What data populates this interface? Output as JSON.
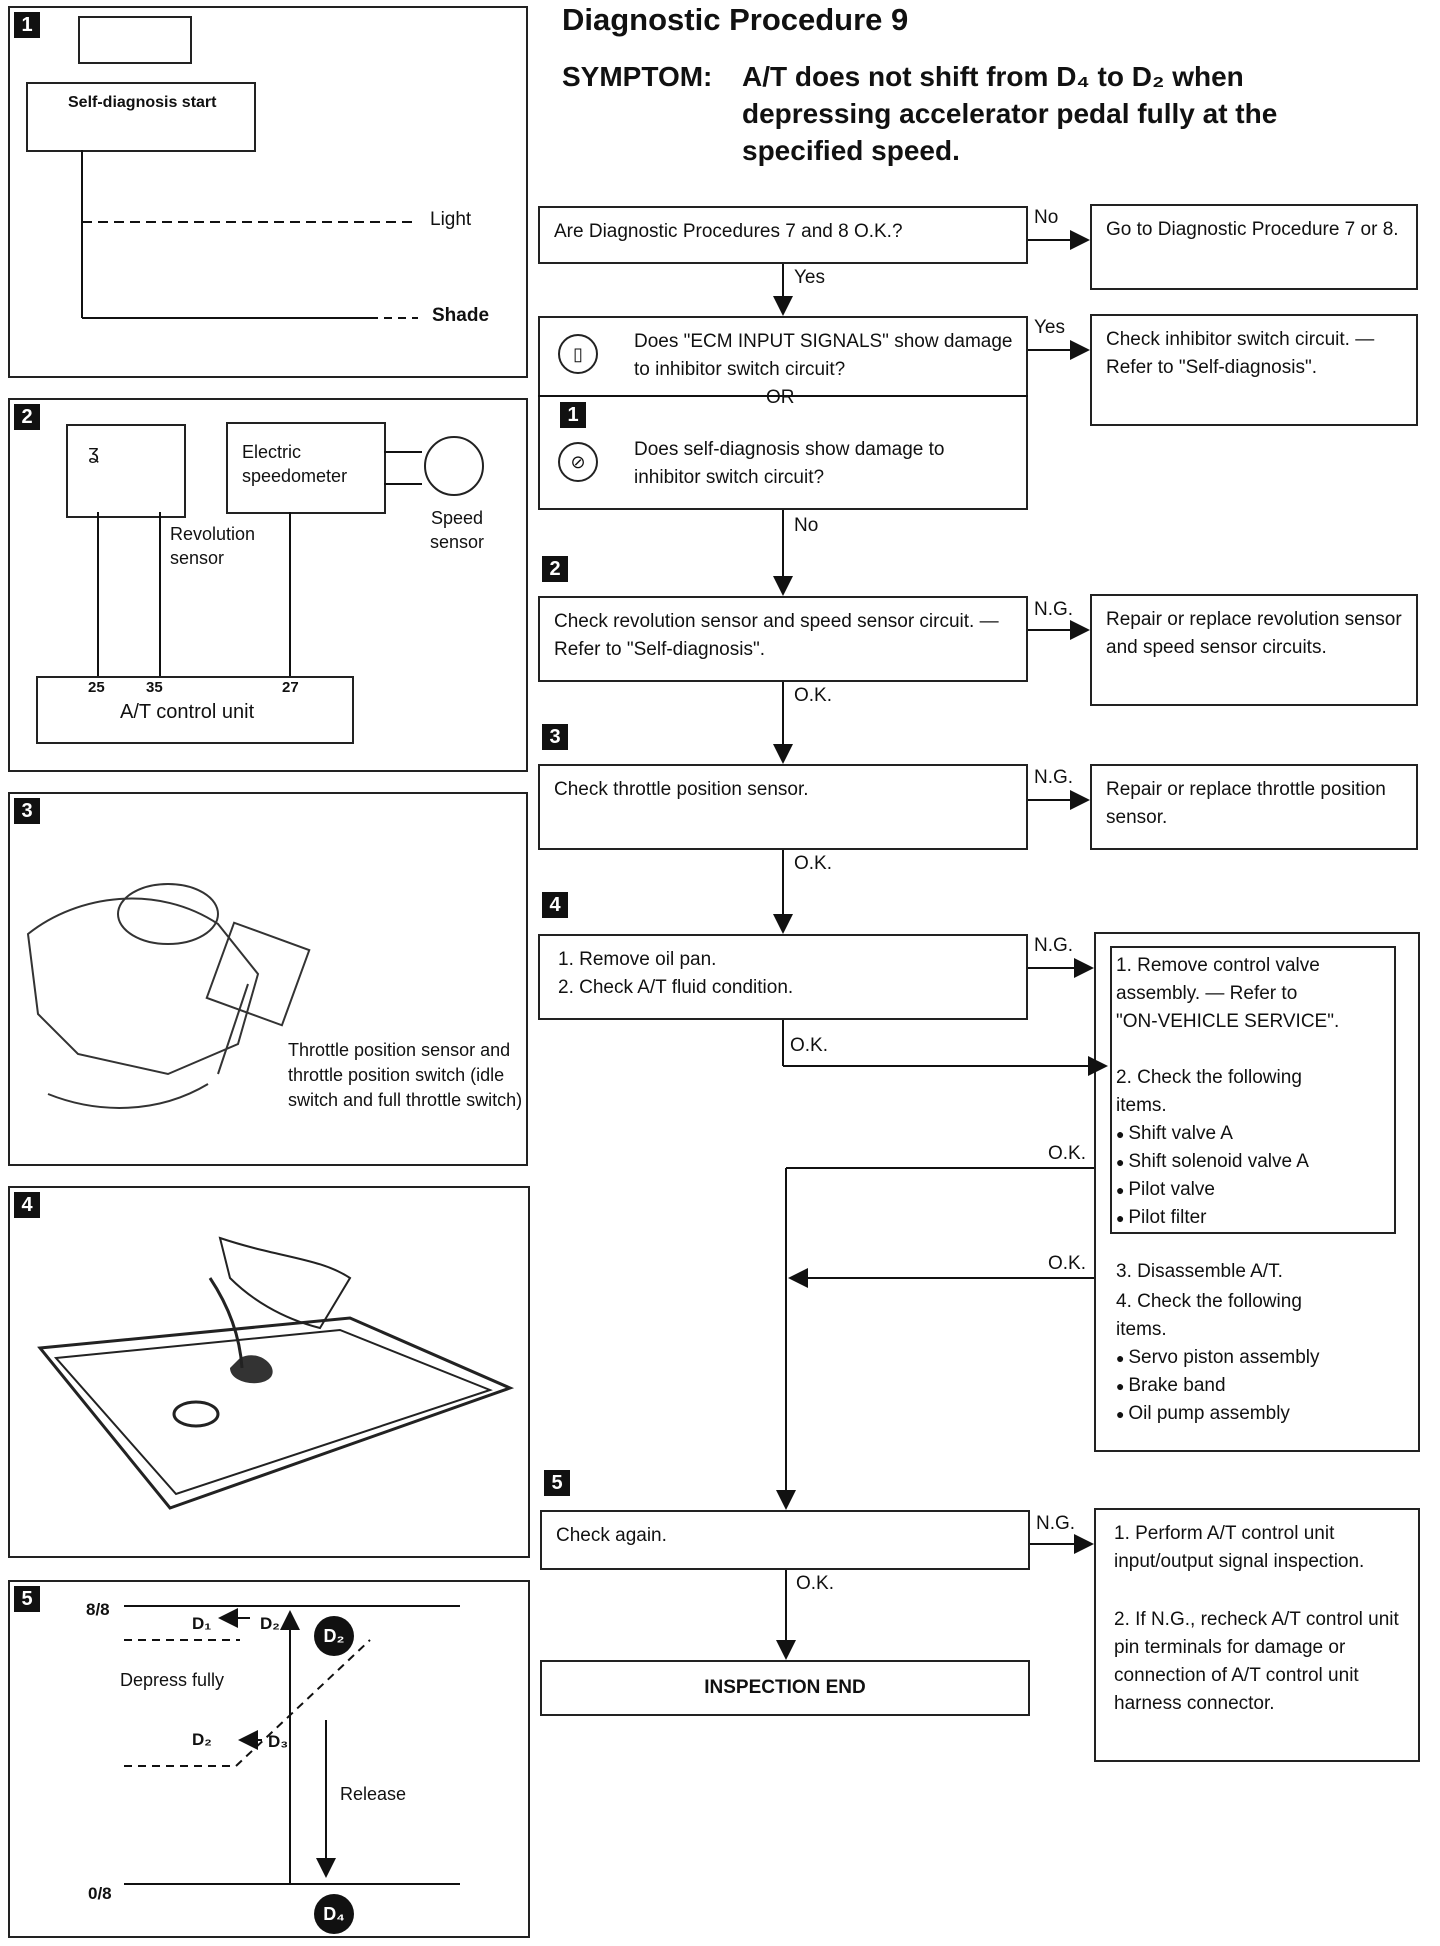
{
  "heading": {
    "title": "Diagnostic Procedure 9",
    "symptom_label": "SYMPTOM:",
    "symptom_text": "A/T does not shift from D₄ to D₂ when depressing accelerator pedal fully at the specified speed."
  },
  "panel1": {
    "num": "1",
    "start_label": "Self-diagnosis start",
    "light": "Light",
    "shade": "Shade"
  },
  "panel2": {
    "num": "2",
    "electric_speedometer": "Electric speedometer",
    "revolution_sensor": "Revolution sensor",
    "speed_sensor": "Speed sensor",
    "pin_25": "25",
    "pin_35": "35",
    "pin_27": "27",
    "control_unit": "A/T control unit"
  },
  "panel3": {
    "num": "3",
    "caption": "Throttle position sensor and throttle position switch (idle switch and full throttle switch)"
  },
  "panel4": {
    "num": "4"
  },
  "panel5": {
    "num": "5",
    "y_top": "8/8",
    "y_bottom": "0/8",
    "d1": "D₁",
    "d2_top": "D₂",
    "d2_mid": "D₂",
    "d3": "D₃",
    "depress": "Depress fully",
    "release": "Release",
    "badge_d2": "D₂",
    "badge_d4": "D₄"
  },
  "flow": {
    "q1": "Are Diagnostic Procedures 7 and 8 O.K.?",
    "q1_no": "No",
    "q1_no_box": "Go to Diagnostic Procedure 7 or 8.",
    "q1_yes": "Yes",
    "q2a": "Does \"ECM INPUT SIGNALS\" show damage to inhibitor switch circuit?",
    "q2_or": "OR",
    "q2_num": "1",
    "q2b": "Does self-diagnosis show damage to inhibitor switch circuit?",
    "q2_yes": "Yes",
    "q2_yes_box": "Check inhibitor switch circuit. — Refer to \"Self-diagnosis\".",
    "q2_no": "No",
    "s2_num": "2",
    "s2": "Check revolution sensor and speed sensor circuit. — Refer to \"Self-diagnosis\".",
    "s2_ng": "N.G.",
    "s2_ng_box": "Repair or replace revolution sensor and speed sensor circuits.",
    "s2_ok": "O.K.",
    "s3_num": "3",
    "s3": "Check throttle position sensor.",
    "s3_ng": "N.G.",
    "s3_ng_box": "Repair or replace throttle position sensor.",
    "s3_ok": "O.K.",
    "s4_num": "4",
    "s4_line1": "1. Remove oil pan.",
    "s4_line2": "2. Check A/T fluid condition.",
    "s4_ng": "N.G.",
    "s4_ok": "O.K.",
    "right_ok1": "O.K.",
    "right_ok2": "O.K.",
    "r_item1": "1. Remove control valve assembly. — Refer to \"ON-VEHICLE SERVICE\".",
    "r_item2": "2. Check the following items.",
    "r_b1": "Shift valve A",
    "r_b2": "Shift solenoid valve A",
    "r_b3": "Pilot valve",
    "r_b4": "Pilot filter",
    "r_item3": "3. Disassemble A/T.",
    "r_item4": "4. Check the following items.",
    "r_b5": "Servo piston assembly",
    "r_b6": "Brake band",
    "r_b7": "Oil pump assembly",
    "s5_num": "5",
    "s5": "Check again.",
    "s5_ng": "N.G.",
    "s5_ng_item1": "1. Perform A/T control unit input/output signal inspection.",
    "s5_ng_item2": "2. If N.G., recheck A/T control unit pin terminals for damage or connection of A/T control unit harness connector.",
    "s5_ok": "O.K.",
    "end": "INSPECTION END"
  }
}
